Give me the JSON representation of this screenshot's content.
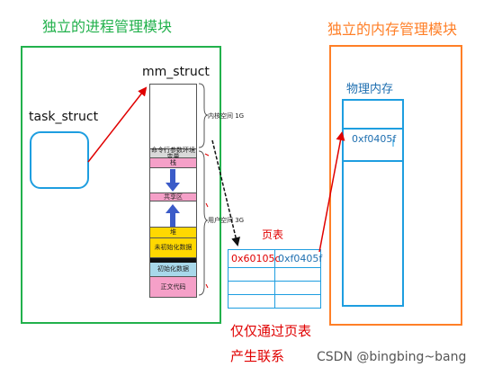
{
  "process_module": {
    "title": "独立的进程管理模块"
  },
  "memory_module": {
    "title": "独立的内存管理模块"
  },
  "task_struct": {
    "label": "task_struct"
  },
  "mm_struct": {
    "label": "mm_struct"
  },
  "address_space": {
    "segments": [
      "命令行参数环境变量",
      "栈",
      "共享区",
      "堆",
      "未初始化数据",
      "初始化数据",
      "正文代码"
    ],
    "kernel_label": "内核空间 1G",
    "user_label": "用户空间 3G"
  },
  "page_table": {
    "title": "页表",
    "rows": [
      [
        "0x60105c",
        "0xf0405f"
      ],
      [
        "",
        ""
      ],
      [
        "",
        ""
      ],
      [
        "",
        ""
      ]
    ]
  },
  "physical_memory": {
    "title": "物理内存",
    "address": "0xf0405f"
  },
  "caption": {
    "line1": "仅仅通过页表",
    "line2": "产生联系"
  },
  "watermark": "CSDN @bingbing~bang",
  "colors": {
    "green": "#22b14c",
    "orange": "#ff7f27",
    "blue": "#1e9ee0",
    "red": "#e00000",
    "yellow": "#ffd800",
    "pink": "#f5a0c8",
    "cyan": "#a8d8ea"
  }
}
